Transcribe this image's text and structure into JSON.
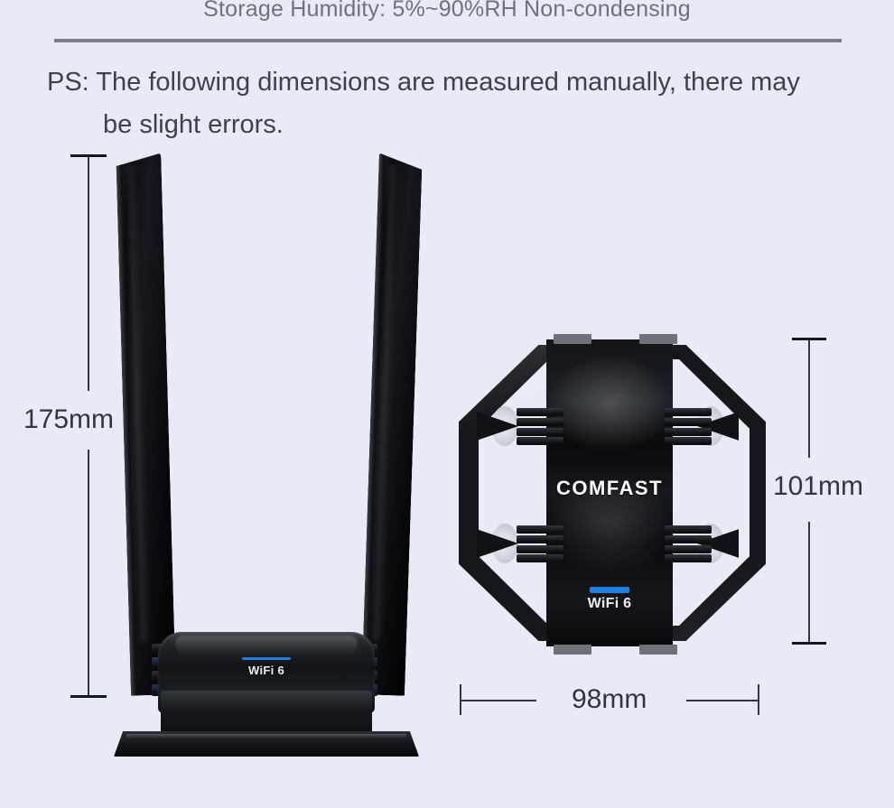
{
  "header": {
    "spec_line": "Storage Humidity: 5%~90%RH Non-condensing"
  },
  "note": {
    "label": "PS:",
    "line1": "The following dimensions are measured manually, there may",
    "line2": "be slight errors."
  },
  "dimensions": {
    "height": "175mm",
    "depth": "101mm",
    "width": "98mm"
  },
  "product": {
    "brand": "COMFAST",
    "wifi_badge": "WiFi 6",
    "wifi_badge_left": "WiFi 6"
  },
  "colors": {
    "background": "#e8eaf6",
    "text": "#3a4254",
    "spec_text": "#6b7280",
    "divider": "#7b7f8a",
    "dimension": "#2f3646",
    "led_blue": "#1d7fe0",
    "device_black": "#0a0b0e"
  }
}
